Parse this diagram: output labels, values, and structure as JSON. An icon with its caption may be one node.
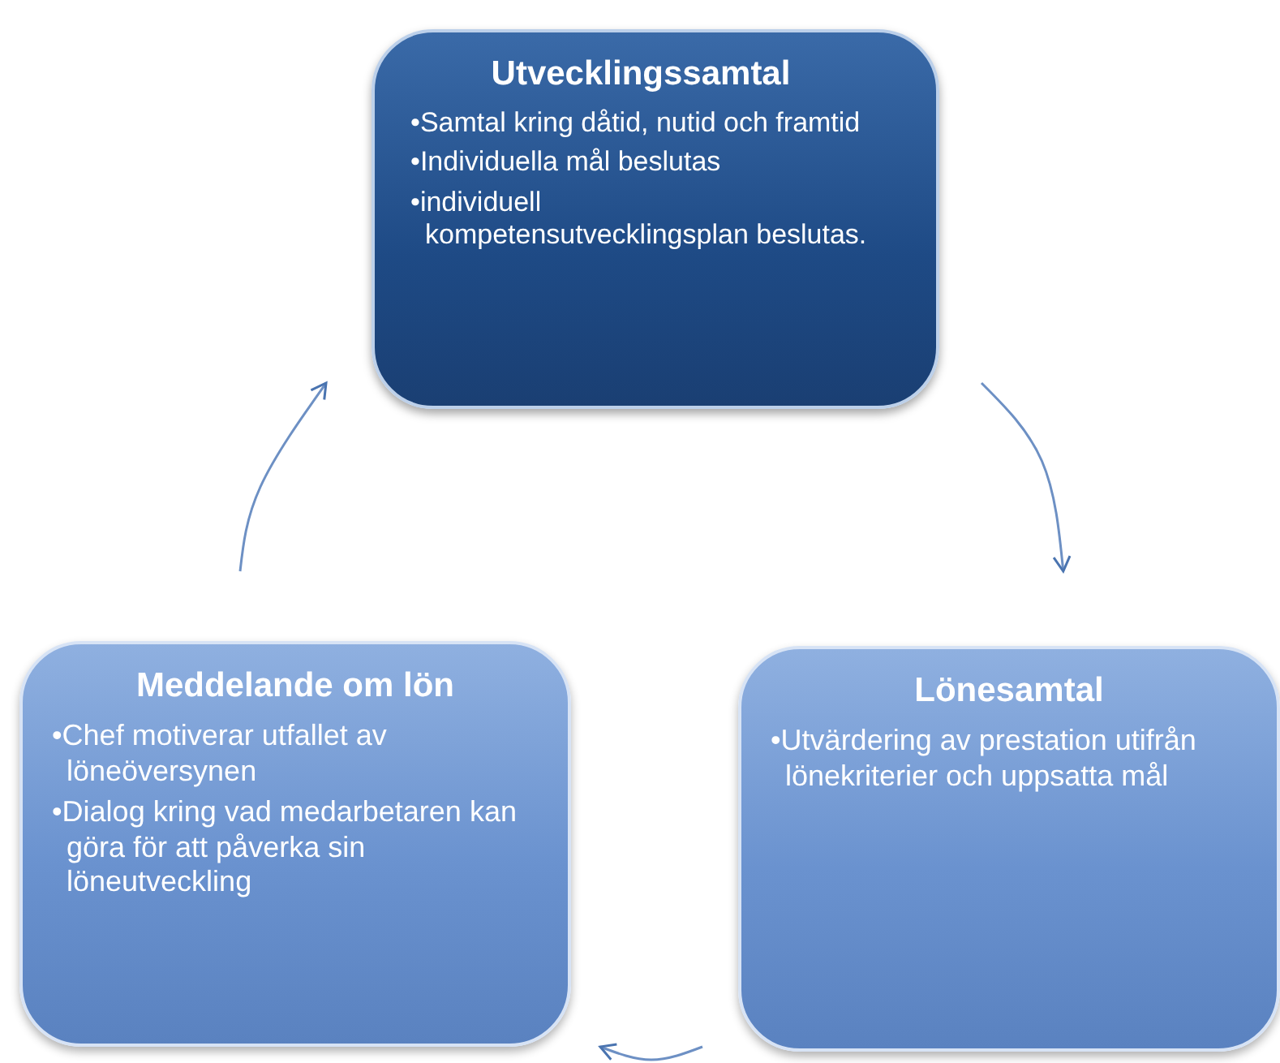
{
  "diagram": {
    "nodes": [
      {
        "text": [
          "Utvecklingssamtal",
          "•Samtal kring dåtid, nutid och framtid",
          "•Individuella mål beslutas",
          "•individuell kompetensutvecklingsplan beslutas."
        ]
      },
      {
        "text": [
          "Lönesamtal",
          "•Utvärdering av prestation utifrån lönekriterier och uppsatta mål"
        ]
      },
      {
        "text": [
          "Meddelande om lön",
          "•Chef motiverar utfallet av löneöversynen",
          "•Dialog kring vad medarbetaren kan göra för att påverka sin löneutveckling"
        ]
      }
    ],
    "edges": [
      {
        "from": 0,
        "to": 1,
        "arrow": "to"
      },
      {
        "from": 1,
        "to": 2,
        "arrow": "to"
      },
      {
        "from": 2,
        "to": 0,
        "arrow": "to"
      }
    ]
  }
}
